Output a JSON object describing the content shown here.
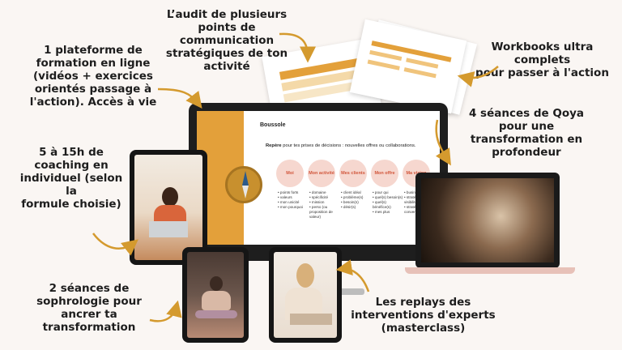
{
  "captions": {
    "audit": "L’audit de plusieurs\npoints de\ncommunication\nstratégiques de ton\nactivité",
    "plateforme": "1 plateforme de\nformation en ligne\n(vidéos + exercices\norientés passage à\nl'action). Accès à vie",
    "workbooks": "Workbooks ultra complets\npour passer à l'action",
    "qoya": "4 séances de Qoya\npour une\ntransformation en\nprofondeur",
    "coaching": "5 à 15h de\ncoaching en\nindividuel (selon la\nformule choisie)",
    "sophrologie": "2 séances de\nsophrologie pour\nancrer ta\ntransformation",
    "replays": "Les replays des\ninterventions d'experts\n(masterclass)"
  },
  "slide": {
    "title": "Boussole",
    "subtitle_bold": "Repère",
    "subtitle_rest": " pour tes prises de décisions : nouvelles offres ou collaborations.",
    "columns": [
      {
        "head": "Moi",
        "items": [
          "points forts",
          "valeurs",
          "mon unicité",
          "mon pourquoi"
        ]
      },
      {
        "head": "Mon activité",
        "items": [
          "domaine",
          "spécificité",
          "mission",
          "perso (ou proposition de valeur)"
        ]
      },
      {
        "head": "Mes clients",
        "items": [
          "client idéal",
          "problème(s)",
          "besoin(s)",
          "désir(s)"
        ]
      },
      {
        "head": "Mon offre",
        "items": [
          "pour qui",
          "quel(s) besoin(s)",
          "quel(s) bénéfice(s)",
          "mes plus"
        ]
      },
      {
        "head": "Ma vision",
        "items": [
          "business idéal",
          "stratégie de visibilité",
          "stratégie de conversion"
        ]
      }
    ]
  },
  "colors": {
    "accent": "#e3a03a",
    "pink": "#f6d7cf",
    "bg": "#faf6f3"
  }
}
